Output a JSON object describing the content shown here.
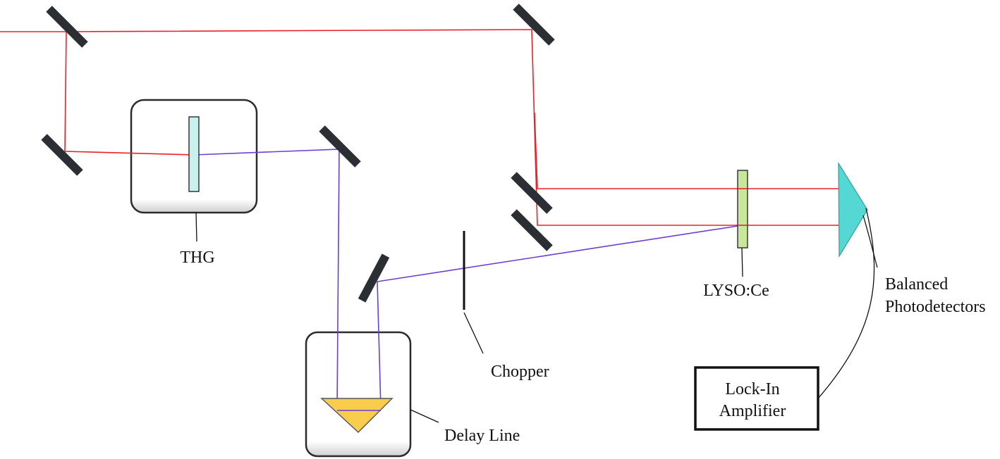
{
  "labels": {
    "thg": "THG",
    "delay_line": "Delay Line",
    "chopper": "Chopper",
    "lyso": "LYSO:Ce",
    "detectors_line1": "Balanced",
    "detectors_line2": "Photodetectors",
    "lockin_line1": "Lock-In",
    "lockin_line2": "Amplifier"
  },
  "colors": {
    "fundamental_beam": "#e8222a",
    "third_harmonic_beam": "#6a3fd1",
    "mirror": "#2b2f33",
    "thg_crystal": "#c8f1ee",
    "lyso_crystal": "#c9e79a",
    "retroreflector": "#f8cd4e",
    "photodetector": "#55d8d4",
    "housing_border": "#2b2b2b"
  }
}
